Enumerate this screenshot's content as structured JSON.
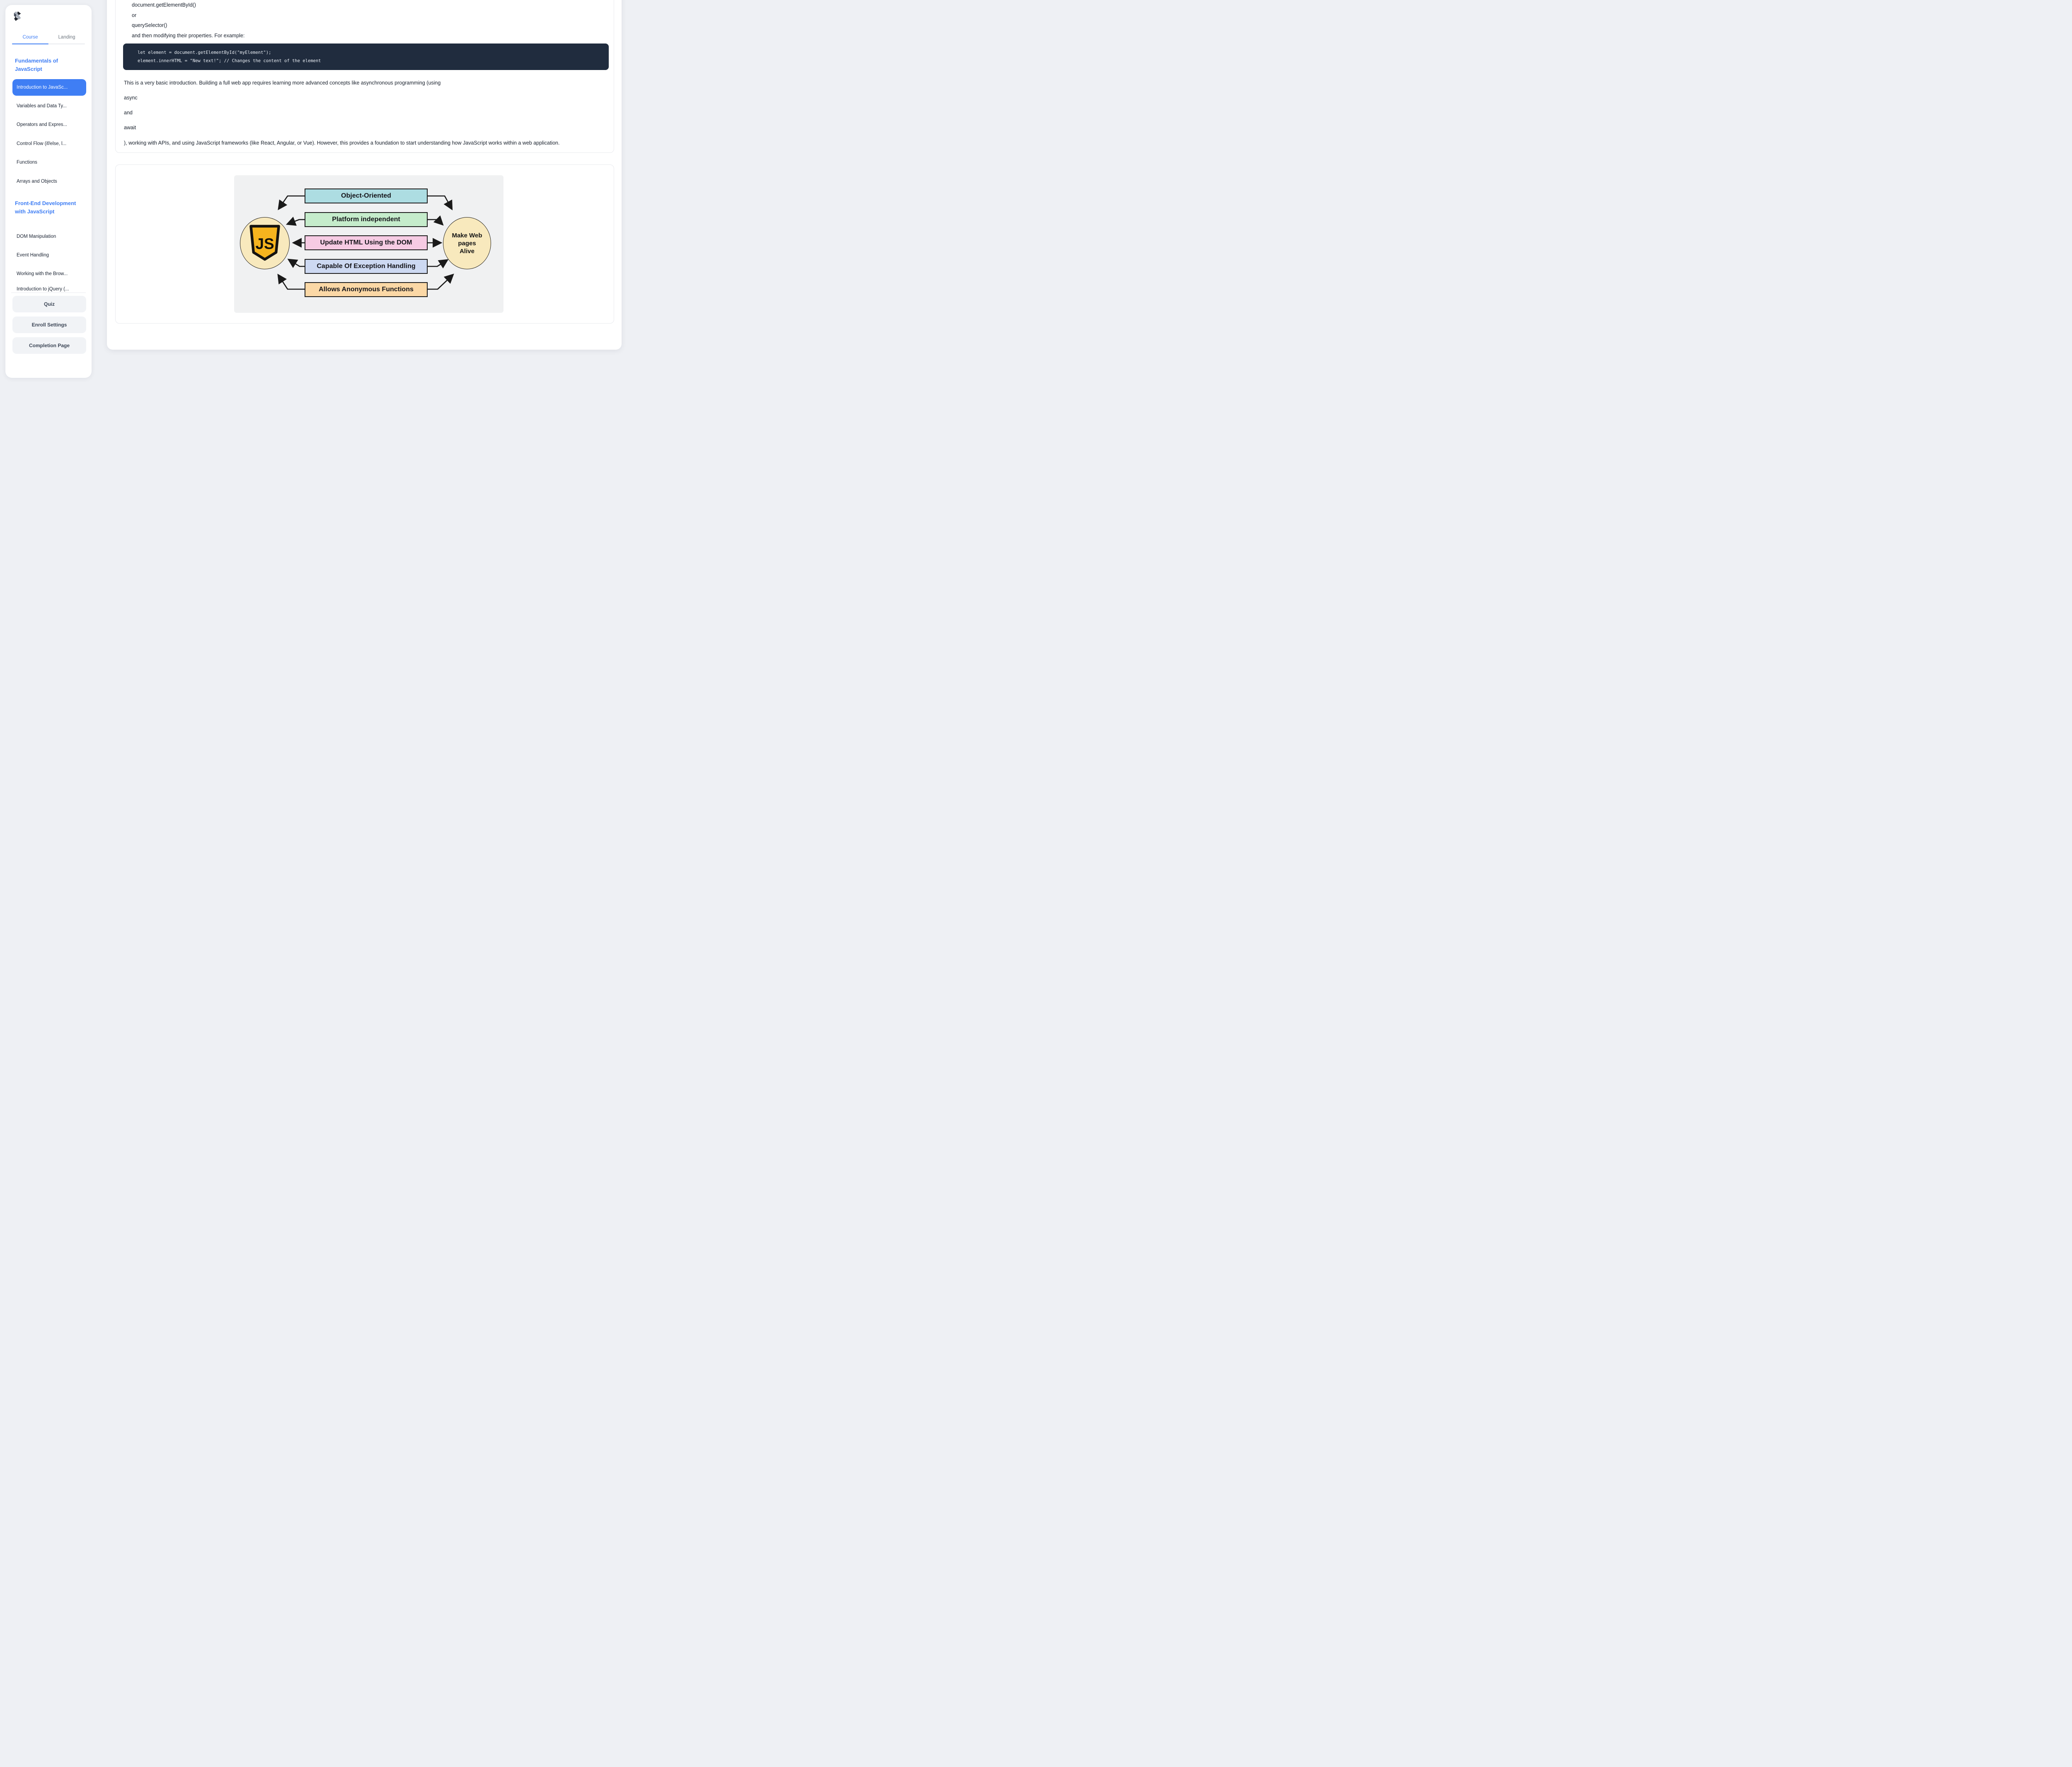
{
  "theme": {
    "accent": "#3f7ef4",
    "page_bg": "#eef0f4",
    "code_bg": "#202c3e"
  },
  "sidebar": {
    "tabs": [
      {
        "label": "Course",
        "active": true
      },
      {
        "label": "Landing",
        "active": false
      }
    ],
    "sections": [
      {
        "title": "Fundamentals of JavaScript",
        "items": [
          {
            "label": "Introduction to JavaSc...",
            "active": true
          },
          {
            "label": "Variables and Data Ty...",
            "active": false
          },
          {
            "label": "Operators and Expres...",
            "active": false
          },
          {
            "label": "Control Flow (if/else, l...",
            "active": false
          },
          {
            "label": "Functions",
            "active": false
          },
          {
            "label": "Arrays and Objects",
            "active": false
          }
        ]
      },
      {
        "title": "Front-End Development with JavaScript",
        "items": [
          {
            "label": "DOM Manipulation",
            "active": false
          },
          {
            "label": "Event Handling",
            "active": false
          },
          {
            "label": "Working with the Brow...",
            "active": false
          },
          {
            "label": "Introduction to jQuery (...",
            "active": false
          }
        ]
      }
    ],
    "footer_buttons": [
      "Quiz",
      "Enroll Settings",
      "Completion Page"
    ]
  },
  "lesson": {
    "intro_lines": [
      "document.getElementById()",
      "or",
      "querySelector()",
      "and then modifying their properties. For example:"
    ],
    "code_lines": [
      "let element = document.getElementById(\"myElement\");",
      "element.innerHTML = \"New text!\"; // Changes the content of the element"
    ],
    "paragraphs": [
      "This is a very basic introduction. Building a full web app requires learning more advanced concepts like asynchronous programming (using",
      "async",
      "and",
      "await",
      "), working with APIs, and using JavaScript frameworks (like React, Angular, or Vue). However, this provides a foundation to start understanding how JavaScript works within a web application."
    ]
  },
  "figure": {
    "background": "#f0f1f2",
    "circle_fill": "#f8e9bd",
    "shield_fill": "#f6b41e",
    "arrow_color": "#1a1a1a",
    "left_circle": {
      "label": "JS"
    },
    "right_circle": {
      "lines": [
        "Make Web",
        "pages",
        "Alive"
      ]
    },
    "features": [
      {
        "label": "Object-Oriented",
        "color": "#addde2"
      },
      {
        "label": "Platform independent",
        "color": "#c5eccb"
      },
      {
        "label": "Update HTML Using the DOM",
        "color": "#f6cbe3"
      },
      {
        "label": "Capable Of Exception Handling",
        "color": "#cdd9f2"
      },
      {
        "label": "Allows Anonymous Functions",
        "color": "#fbd8a6"
      }
    ]
  }
}
